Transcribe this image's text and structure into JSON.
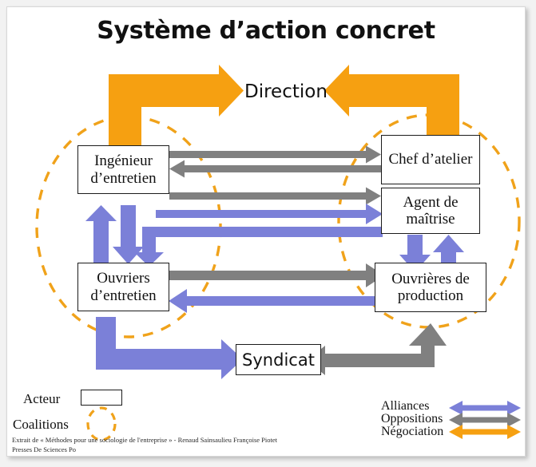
{
  "title": "Système d’action concret",
  "colors": {
    "alliances_purple": "#7b80d8",
    "oppositions_gray": "#808080",
    "negociation_orange": "#f6a011",
    "coalition_dashed": "#f0a21a",
    "box_border": "#1b1b1b",
    "card_background": "#ffffff",
    "page_background": "#f2f2f2"
  },
  "nodes": {
    "direction": "Direction",
    "ingenieur": "Ingénieur d’entretien",
    "ouvriers_entretien": "Ouvriers d’entretien",
    "chef_atelier": "Chef d’atelier",
    "agent_maitrise": "Agent de maîtrise",
    "ouvrieres_production": "Ouvrières de production",
    "syndicat": "Syndicat"
  },
  "legend_left": {
    "acteur_label": "Acteur",
    "coalitions_label": "Coalitions"
  },
  "legend_right": {
    "items": [
      {
        "label": "Alliances",
        "color": "#7b80d8"
      },
      {
        "label": "Oppositions",
        "color": "#808080"
      },
      {
        "label": "Négociation",
        "color": "#f6a011"
      }
    ]
  },
  "footer": {
    "line1": "Extrait de « Méthodes pour une sociologie de l'entreprise » - Renaud Sainsaulieu Françoise Piotet",
    "line2": "Presses De Sciences Po"
  },
  "relations": [
    {
      "from": "direction",
      "to": "ingenieur",
      "type": "negociation"
    },
    {
      "from": "direction",
      "to": "chef_atelier",
      "type": "negociation"
    },
    {
      "from": "ingenieur",
      "to": "chef_atelier",
      "type": "oppositions"
    },
    {
      "from": "chef_atelier",
      "to": "ingenieur",
      "type": "oppositions"
    },
    {
      "from": "ingenieur",
      "to": "agent_maitrise",
      "type": "oppositions"
    },
    {
      "from": "ingenieur",
      "to": "agent_maitrise",
      "type": "alliances"
    },
    {
      "from": "ingenieur",
      "to": "ouvriers_entretien",
      "type": "alliances"
    },
    {
      "from": "ouvriers_entretien",
      "to": "ingenieur",
      "type": "alliances"
    },
    {
      "from": "agent_maitrise",
      "to": "ouvriers_entretien",
      "type": "alliances"
    },
    {
      "from": "ouvriers_entretien",
      "to": "ouvrieres_production",
      "type": "oppositions"
    },
    {
      "from": "ouvrieres_production",
      "to": "ouvriers_entretien",
      "type": "alliances"
    },
    {
      "from": "agent_maitrise",
      "to": "ouvrieres_production",
      "type": "alliances"
    },
    {
      "from": "ouvrieres_production",
      "to": "agent_maitrise",
      "type": "alliances"
    },
    {
      "from": "ouvriers_entretien",
      "to": "syndicat",
      "type": "alliances"
    },
    {
      "from": "ouvrieres_production",
      "to": "syndicat",
      "type": "oppositions"
    }
  ],
  "coalitions": [
    {
      "name": "coalition-entretien",
      "members": [
        "ingenieur",
        "ouvriers_entretien"
      ]
    },
    {
      "name": "coalition-production",
      "members": [
        "chef_atelier",
        "agent_maitrise",
        "ouvrieres_production"
      ]
    }
  ]
}
